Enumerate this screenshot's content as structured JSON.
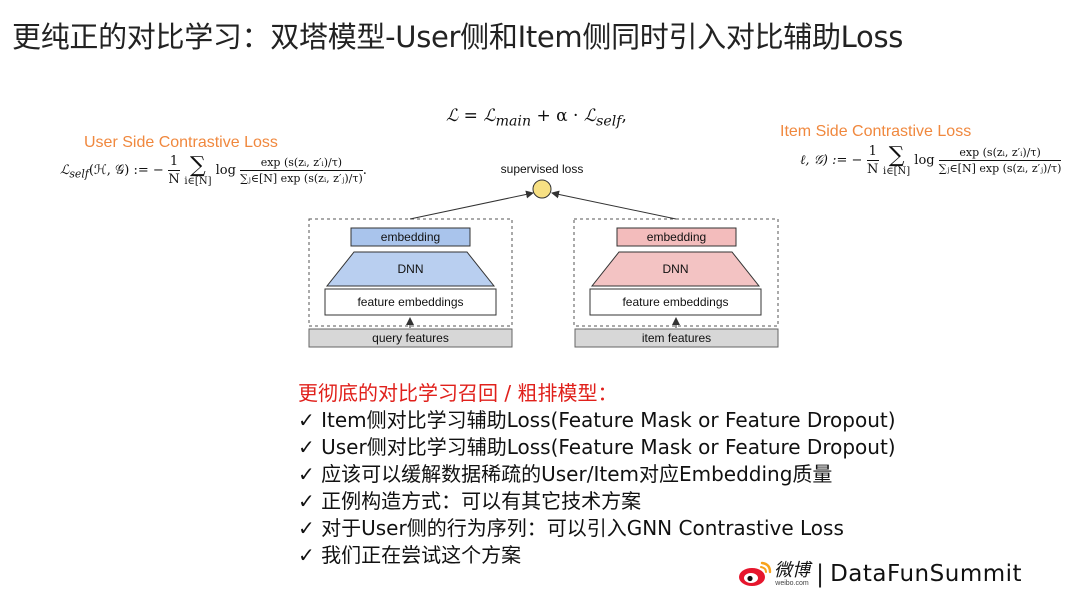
{
  "slide": {
    "title": "更纯正的对比学习：双塔模型-User侧和Item侧同时引入对比辅助Loss"
  },
  "formula_main": {
    "L": "ℒ",
    "eq": " = ",
    "L_main": "ℒ",
    "main_sub": "main",
    "plus_alpha": " + α · ",
    "L_self": "ℒ",
    "self_sub": "self",
    "comma": ","
  },
  "user_side": {
    "label": "User Side Contrastive Loss",
    "lhs": "ℒ",
    "lhs_sub": "self",
    "args": "(ℋ, 𝒢) := −",
    "frac_num": "1",
    "frac_den": "N",
    "sum_sub": "i∈[N]",
    "log": "log",
    "num": "exp (s(zᵢ, z′ᵢ)/τ)",
    "den": "∑ⱼ∈[N] exp (s(zᵢ, z′ⱼ)/τ)",
    "tail": "."
  },
  "item_side": {
    "label": "Item Side Contrastive Loss",
    "lhs": "ℓ, 𝒢) := −",
    "frac_num": "1",
    "frac_den": "N",
    "sum_sub": "i∈[N]",
    "log": "log",
    "num": "exp (s(zᵢ, z′ᵢ)/τ)",
    "den": "∑ⱼ∈[N] exp (s(zᵢ, z′ⱼ)/τ)"
  },
  "diagram": {
    "supervised_loss": "supervised loss",
    "left_tower": {
      "embedding": "embedding",
      "dnn": "DNN",
      "feature_embeddings": "feature embeddings",
      "input": "query features",
      "embedding_color": "#a9c4ec",
      "dnn_color": "#b9cff0"
    },
    "right_tower": {
      "embedding": "embedding",
      "dnn": "DNN",
      "feature_embeddings": "feature embeddings",
      "input": "item features",
      "embedding_color": "#f3bcbc",
      "dnn_color": "#f3c3c3"
    },
    "loss_node_color": "#f7e083",
    "input_color": "#d7d7d7"
  },
  "bullets": {
    "heading": "更彻底的对比学习召回 / 粗排模型：",
    "check": "✓",
    "items": [
      "Item侧对比学习辅助Loss(Feature Mask or Feature Dropout)",
      "User侧对比学习辅助Loss(Feature Mask or Feature Dropout)",
      "应该可以缓解数据稀疏的User/Item对应Embedding质量",
      "正例构造方式：可以有其它技术方案",
      "对于User侧的行为序列：可以引入GNN Contrastive Loss",
      "我们正在尝试这个方案"
    ]
  },
  "brand": {
    "weibo_cn": "微博",
    "weibo_url": "weibo.com",
    "divider": "|",
    "name": "DataFunSummit"
  },
  "colors": {
    "accent_orange": "#f0883e",
    "accent_red": "#e0201b"
  }
}
